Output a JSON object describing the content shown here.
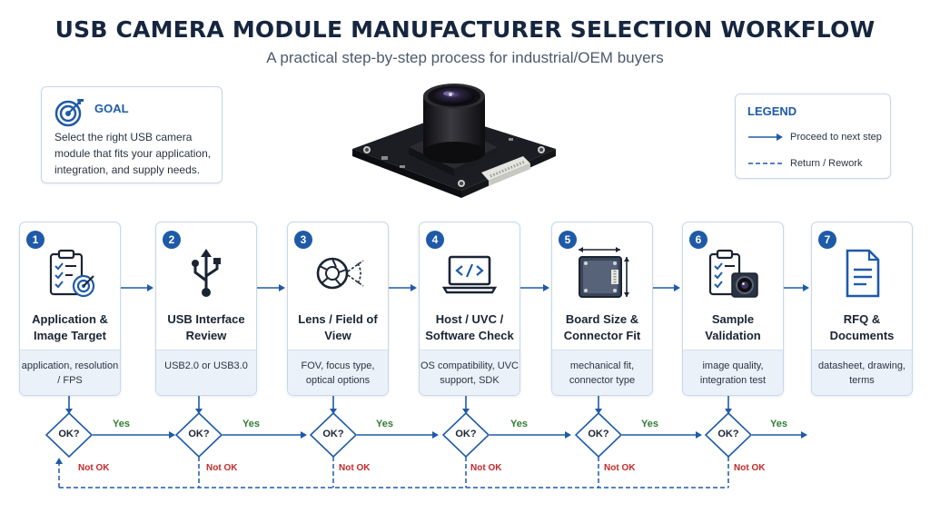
{
  "header": {
    "title": "USB CAMERA MODULE MANUFACTURER SELECTION WORKFLOW",
    "subtitle": "A practical step-by-step process for industrial/OEM buyers"
  },
  "goal": {
    "label": "GOAL",
    "text": "Select the right USB camera module that fits your application, integration, and supply needs."
  },
  "legend": {
    "label": "LEGEND",
    "proceed": "Proceed to next step",
    "rework": "Return / Rework"
  },
  "steps": [
    {
      "number": "1",
      "title": "Application & Image Target",
      "desc": "application, resolution / FPS",
      "icon": "clipboard-target-icon"
    },
    {
      "number": "2",
      "title": "USB Interface Review",
      "desc": "USB2.0 or USB3.0",
      "icon": "usb-icon"
    },
    {
      "number": "3",
      "title": "Lens / Field of View",
      "desc": "FOV, focus type, optical options",
      "icon": "aperture-icon"
    },
    {
      "number": "4",
      "title": "Host / UVC / Software Check",
      "desc": "OS compatibility, UVC support, SDK",
      "icon": "laptop-code-icon"
    },
    {
      "number": "5",
      "title": "Board Size & Connector Fit",
      "desc": "mechanical fit, connector type",
      "icon": "board-dimension-icon"
    },
    {
      "number": "6",
      "title": "Sample Validation",
      "desc": "image quality, integration test",
      "icon": "clipboard-camera-icon"
    },
    {
      "number": "7",
      "title": "RFQ & Documents",
      "desc": "datasheet, drawing, terms",
      "icon": "document-icon"
    }
  ],
  "checks": {
    "ok": "OK?",
    "yes": "Yes",
    "not_ok": "Not OK"
  },
  "colors": {
    "primary": "#1e5aa8",
    "yes": "#2f7d32",
    "not_ok": "#c62828",
    "desc_bg": "#eaf1f9"
  }
}
